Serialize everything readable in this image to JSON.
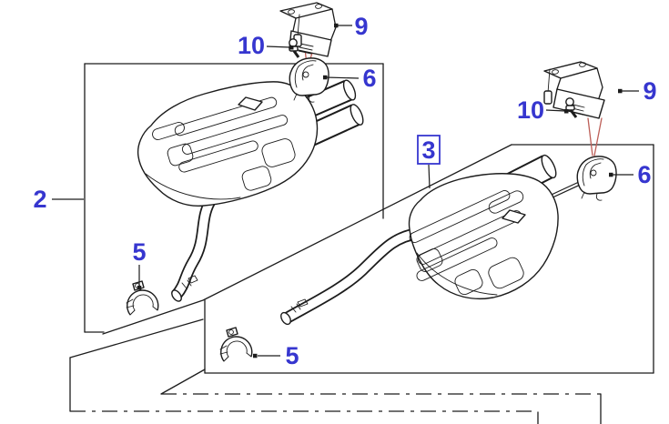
{
  "diagram": {
    "type": "exploded-parts-diagram",
    "subject": "rear-exhaust-silencers",
    "background": "#ffffff",
    "line_color": "#1c1c1c",
    "label_color": "#3636cf",
    "guide_line_color": "#bd5f58"
  },
  "callouts": {
    "c2": {
      "label": "2",
      "boxed": false
    },
    "c3": {
      "label": "3",
      "boxed": true
    },
    "c5_left": {
      "label": "5",
      "boxed": false
    },
    "c5_right": {
      "label": "5",
      "boxed": false
    },
    "c6_left": {
      "label": "6",
      "boxed": false
    },
    "c6_right": {
      "label": "6",
      "boxed": false
    },
    "c9_left": {
      "label": "9",
      "boxed": false
    },
    "c9_right": {
      "label": "9",
      "boxed": false
    },
    "c10_left": {
      "label": "10",
      "boxed": false
    },
    "c10_right": {
      "label": "10",
      "boxed": false
    }
  }
}
